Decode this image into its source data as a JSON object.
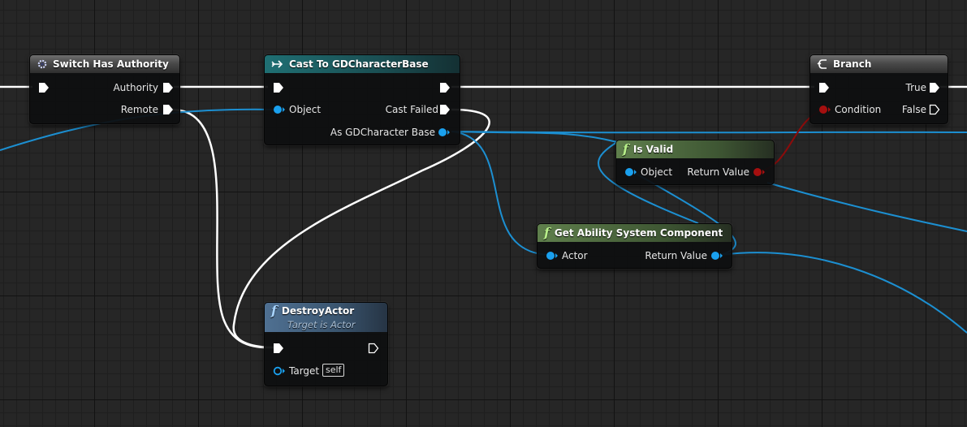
{
  "nodes": {
    "switch_has_authority": {
      "title": "Switch Has Authority",
      "pins": {
        "authority": "Authority",
        "remote": "Remote"
      }
    },
    "cast_to_gdcharacterbase": {
      "title": "Cast To GDCharacterBase",
      "pins": {
        "object": "Object",
        "cast_failed": "Cast Failed",
        "as_gdcharacter_base": "As GDCharacter Base"
      }
    },
    "branch": {
      "title": "Branch",
      "pins": {
        "condition": "Condition",
        "true": "True",
        "false": "False"
      }
    },
    "is_valid": {
      "title": "Is Valid",
      "pins": {
        "object": "Object",
        "return_value": "Return Value"
      }
    },
    "get_ability_system_component": {
      "title": "Get Ability System Component",
      "pins": {
        "actor": "Actor",
        "return_value": "Return Value"
      }
    },
    "destroy_actor": {
      "title": "DestroyActor",
      "subtitle": "Target is Actor",
      "pins": {
        "target": "Target",
        "target_default": "self"
      }
    }
  },
  "icons": {
    "function": "f",
    "authority": "gear-icon",
    "cast": "cast-arrow-icon",
    "branch": "branch-icon"
  },
  "colors": {
    "exec_wire": "#ffffff",
    "object_wire": "#1c8fd1",
    "bool_wire": "#8c0b0b",
    "object_pin": "#1aa0ee",
    "bool_pin": "#a50f0f"
  }
}
